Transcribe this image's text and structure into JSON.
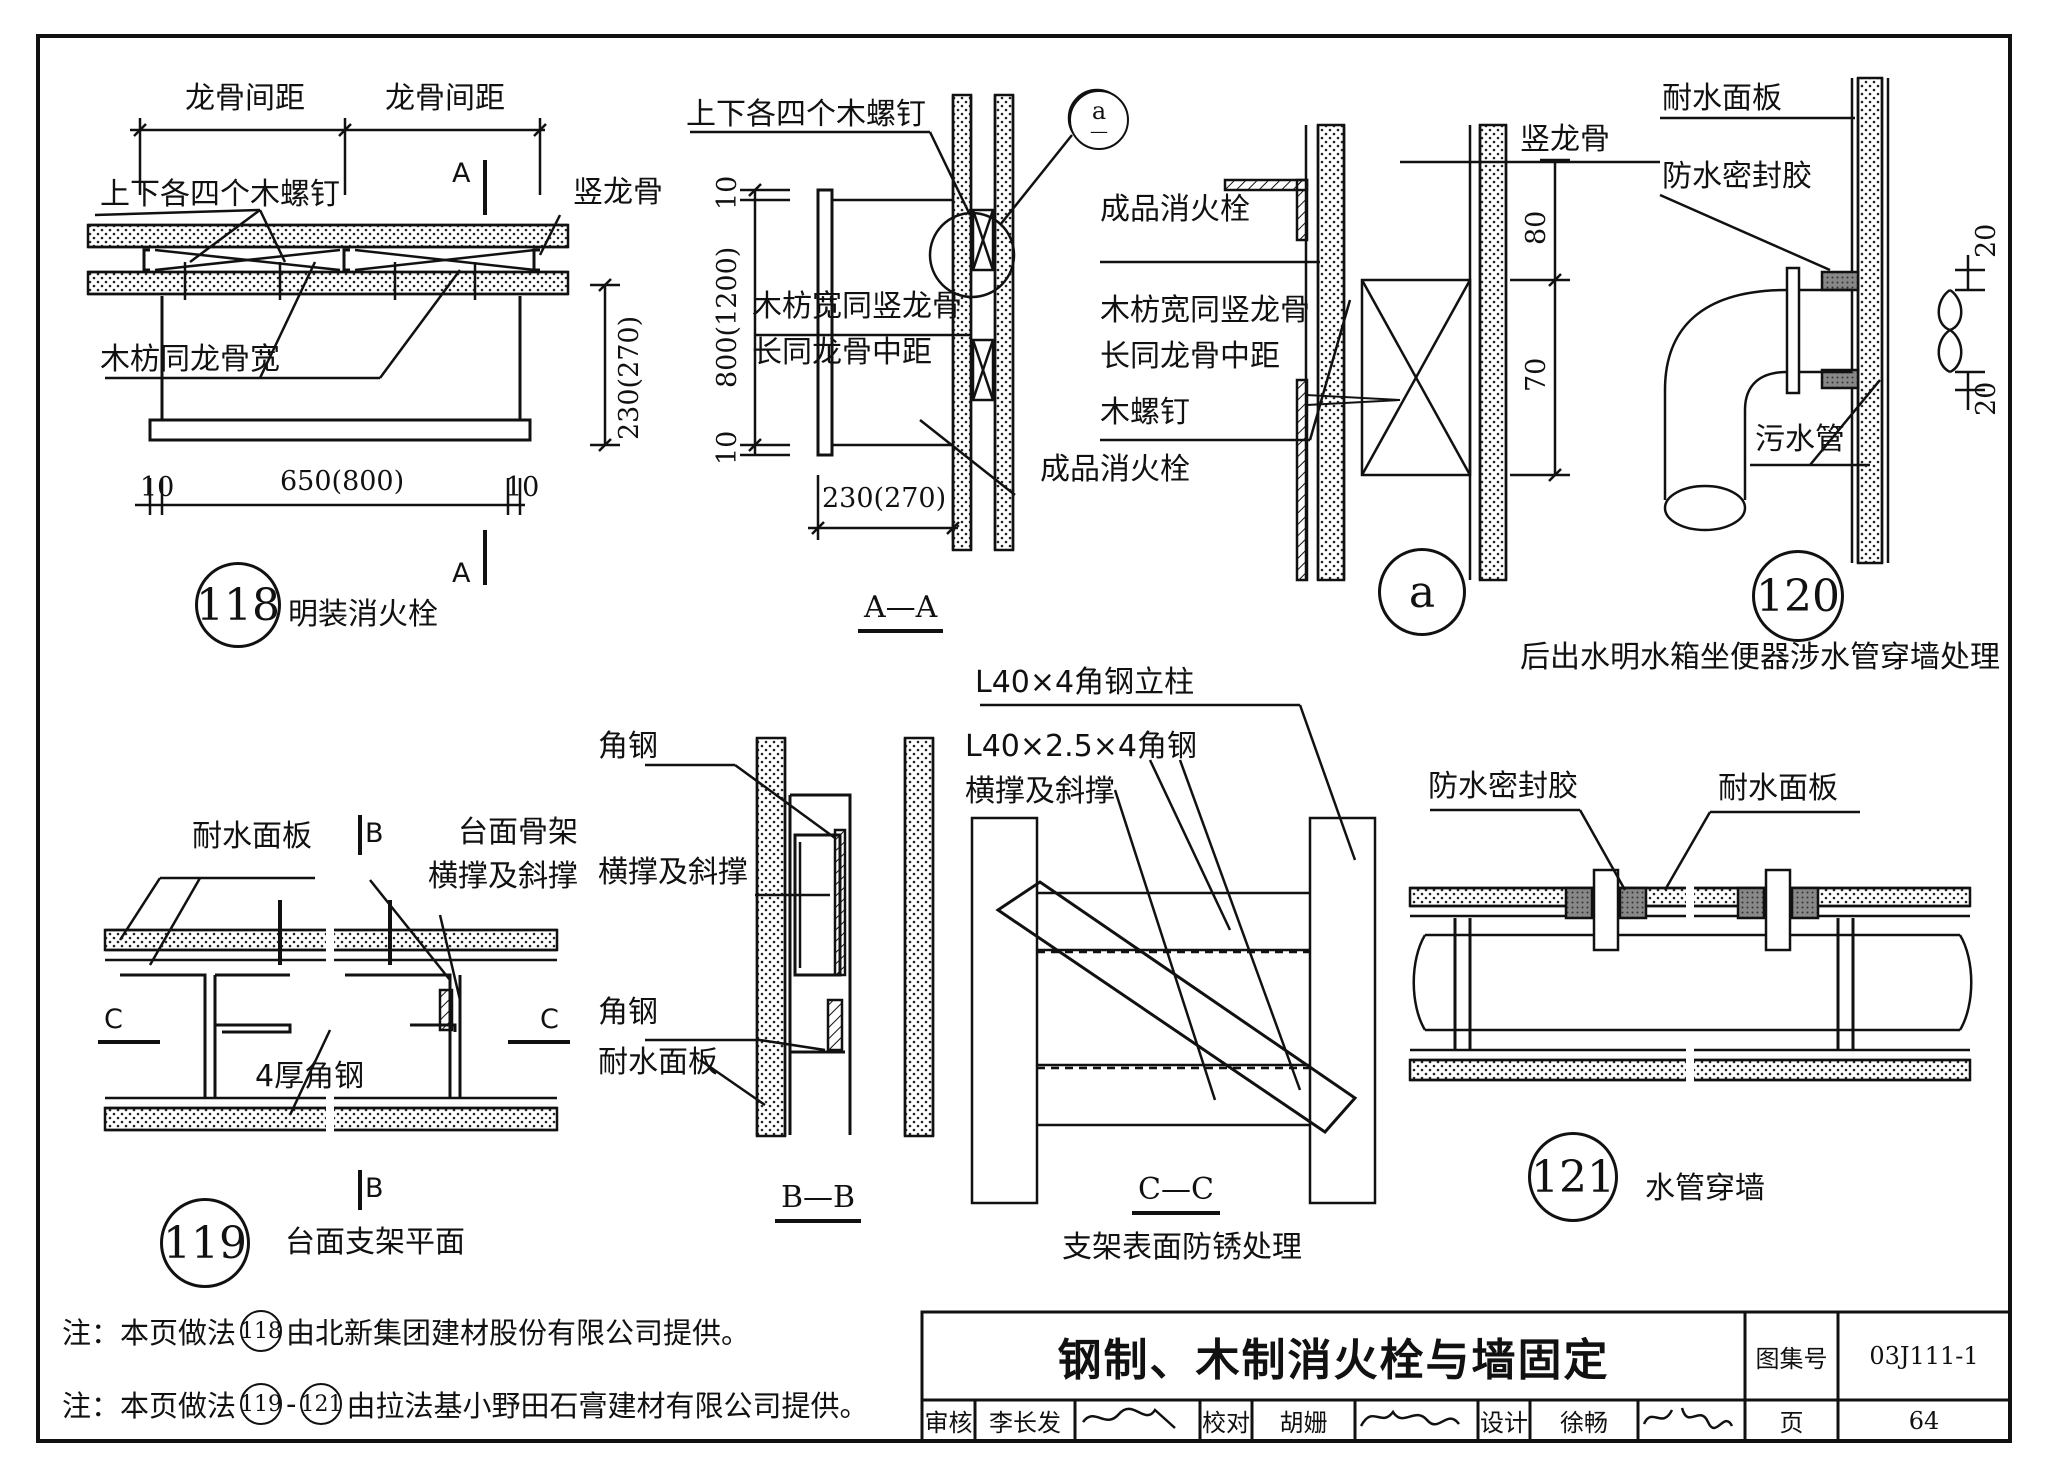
{
  "title_block": {
    "drawing_title": "钢制、木制消火栓与墙固定",
    "atlas_label": "图集号",
    "atlas_no": "03J111-1",
    "review_label": "审核",
    "reviewer": "李长发",
    "check_label": "校对",
    "checker": "胡姗",
    "design_label": "设计",
    "designer": "徐畅",
    "page_label": "页",
    "page_no": "64"
  },
  "notes": {
    "note1_prefix": "注：本页做法",
    "note1_ref": "118",
    "note1_suffix": "由北新集团建材股份有限公司提供。",
    "note2_prefix": "注：本页做法",
    "note2_ref_a": "119",
    "note2_dash": "-",
    "note2_ref_b": "121",
    "note2_suffix": "由拉法基小野田石膏建材有限公司提供。"
  },
  "d118": {
    "num": "118",
    "caption": "明装消火栓",
    "keel_spacing_1": "龙骨间距",
    "keel_spacing_2": "龙骨间距",
    "screws": "上下各四个木螺钉",
    "vertical_keel": "竖龙骨",
    "wood_strip": "木枋同龙骨宽",
    "dim_height": "230(270)",
    "dim_width": "650(800)",
    "dim_left": "10",
    "dim_right": "10",
    "section_mark_top": "A",
    "section_mark_bottom": "A"
  },
  "sec_aa": {
    "title": "A—A",
    "screws": "上下各四个木螺钉",
    "detail_ref_top": "a",
    "detail_ref_bottom": "—",
    "strip_width": "木枋宽同竖龙骨",
    "strip_length": "长同龙骨中距",
    "hydrant": "成品消火栓",
    "dim_top": "10",
    "dim_height": "800(1200)",
    "dim_bottom": "10",
    "dim_depth": "230(270)"
  },
  "detail_a": {
    "num": "a",
    "vertical_keel": "竖龙骨",
    "hydrant": "成品消火栓",
    "strip_width": "木枋宽同竖龙骨",
    "strip_length": "长同龙骨中距",
    "screw": "木螺钉",
    "dim_80": "80",
    "dim_70": "70"
  },
  "d120": {
    "num": "120",
    "caption": "后出水明水箱坐便器涉水管穿墙处理",
    "board": "耐水面板",
    "sealant": "防水密封胶",
    "pipe": "污水管",
    "dim_top": "20",
    "dim_bottom": "20"
  },
  "d119": {
    "num": "119",
    "caption": "台面支架平面",
    "board": "耐水面板",
    "frame": "台面骨架",
    "brace": "横撑及斜撑",
    "angle": "4厚角钢",
    "mark_b_top": "B",
    "mark_b_bottom": "B",
    "mark_c_left": "C",
    "mark_c_right": "C"
  },
  "sec_bb": {
    "title": "B—B",
    "angle_top": "角钢",
    "brace": "横撑及斜撑",
    "angle_bottom": "角钢",
    "board": "耐水面板"
  },
  "sec_cc": {
    "title": "C—C",
    "caption": "支架表面防锈处理",
    "column": "L40×4角钢立柱",
    "angle": "L40×2.5×4角钢",
    "brace": "横撑及斜撑"
  },
  "d121": {
    "num": "121",
    "caption": "水管穿墙",
    "sealant": "防水密封胶",
    "board": "耐水面板"
  }
}
